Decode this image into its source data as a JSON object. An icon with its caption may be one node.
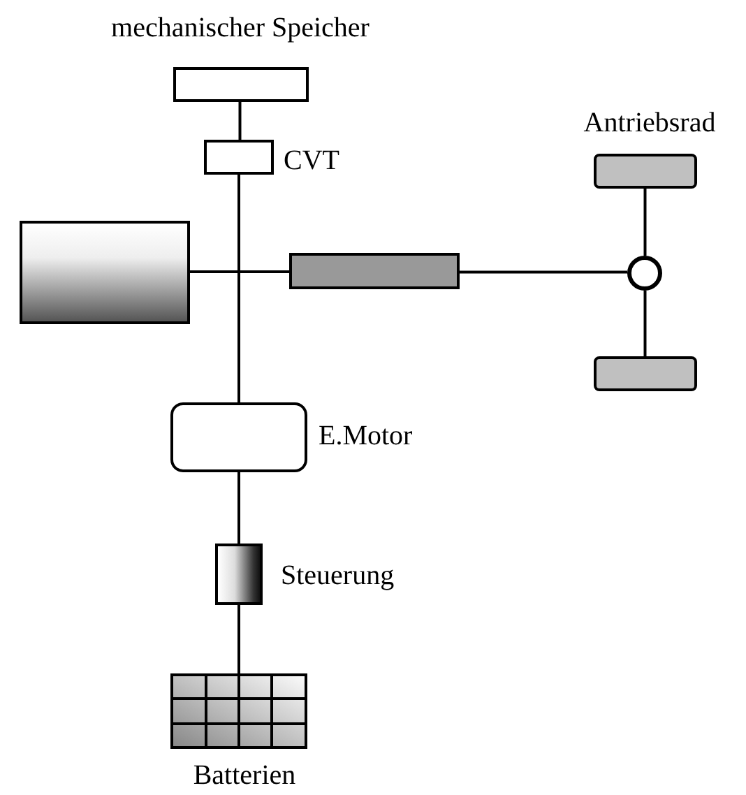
{
  "diagram": {
    "nodes": [
      {
        "text": [],
        "shape": "box",
        "beside": [
          "mechanischer Speicher"
        ]
      },
      {
        "text": [],
        "shape": "box",
        "beside": [
          "CVT"
        ]
      },
      {
        "text": [],
        "shape": "box"
      },
      {
        "text": [],
        "shape": "bar"
      },
      {
        "text": [],
        "shape": "circle"
      },
      {
        "text": [],
        "shape": "box",
        "beside": [
          "Antriebsrad"
        ]
      },
      {
        "text": [],
        "shape": "box"
      },
      {
        "text": [],
        "shape": "box",
        "beside": [
          "E.Motor"
        ]
      },
      {
        "text": [],
        "shape": "box",
        "beside": [
          "Steuerung"
        ]
      },
      {
        "text": [],
        "shape": "box",
        "beside": [
          "Batterien"
        ]
      }
    ],
    "edges": [
      {
        "from": 0,
        "to": 1,
        "arrow": "none"
      },
      {
        "from": 1,
        "to": 7,
        "arrow": "none"
      },
      {
        "from": 2,
        "to": 3,
        "arrow": "none"
      },
      {
        "from": 3,
        "to": 4,
        "arrow": "none"
      },
      {
        "from": 4,
        "to": 5,
        "arrow": "none"
      },
      {
        "from": 4,
        "to": 6,
        "arrow": "none"
      },
      {
        "from": 7,
        "to": 8,
        "arrow": "none"
      },
      {
        "from": 8,
        "to": 9,
        "arrow": "none"
      }
    ]
  }
}
